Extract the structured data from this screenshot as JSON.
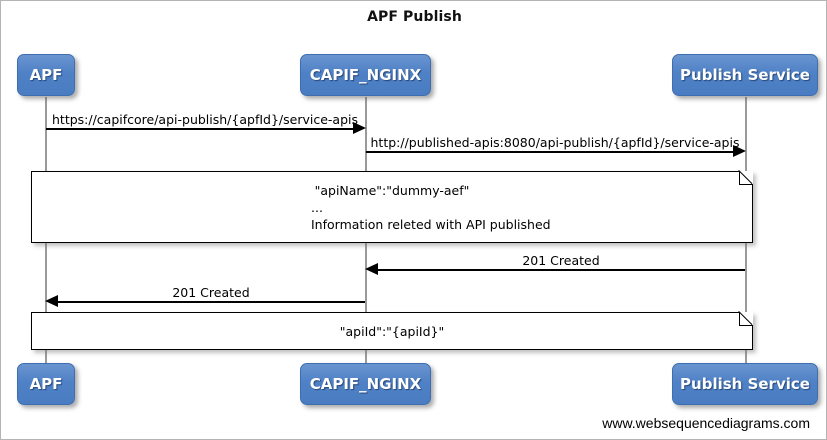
{
  "diagram": {
    "title": "APF Publish",
    "footer": "www.websequencediagrams.com",
    "accent_color": "#4f81c6",
    "line_color": "#000000",
    "lifeline_color": "#9a9a9a"
  },
  "participants": [
    {
      "id": "apf",
      "label": "APF"
    },
    {
      "id": "capif_nginx",
      "label": "CAPIF_NGINX"
    },
    {
      "id": "publish_service",
      "label": "Publish Service"
    }
  ],
  "messages": [
    {
      "id": "msg-1",
      "label": "https://capifcore/api-publish/{apfId}/service-apis",
      "from": "apf",
      "to": "capif_nginx",
      "direction": "right"
    },
    {
      "id": "msg-2",
      "label": "http://published-apis:8080/api-publish/{apfId}/service-apis",
      "from": "capif_nginx",
      "to": "publish_service",
      "direction": "right"
    },
    {
      "id": "msg-3",
      "label": "201 Created",
      "from": "publish_service",
      "to": "capif_nginx",
      "direction": "left"
    },
    {
      "id": "msg-4",
      "label": "201 Created",
      "from": "capif_nginx",
      "to": "apf",
      "direction": "left"
    }
  ],
  "notes": [
    {
      "id": "note-1",
      "lines": [
        "\"apiName\":\"dummy-aef\"",
        "...",
        "Information releted with API published"
      ]
    },
    {
      "id": "note-2",
      "lines": [
        "\"apiId\":\"{apiId}\""
      ]
    }
  ]
}
